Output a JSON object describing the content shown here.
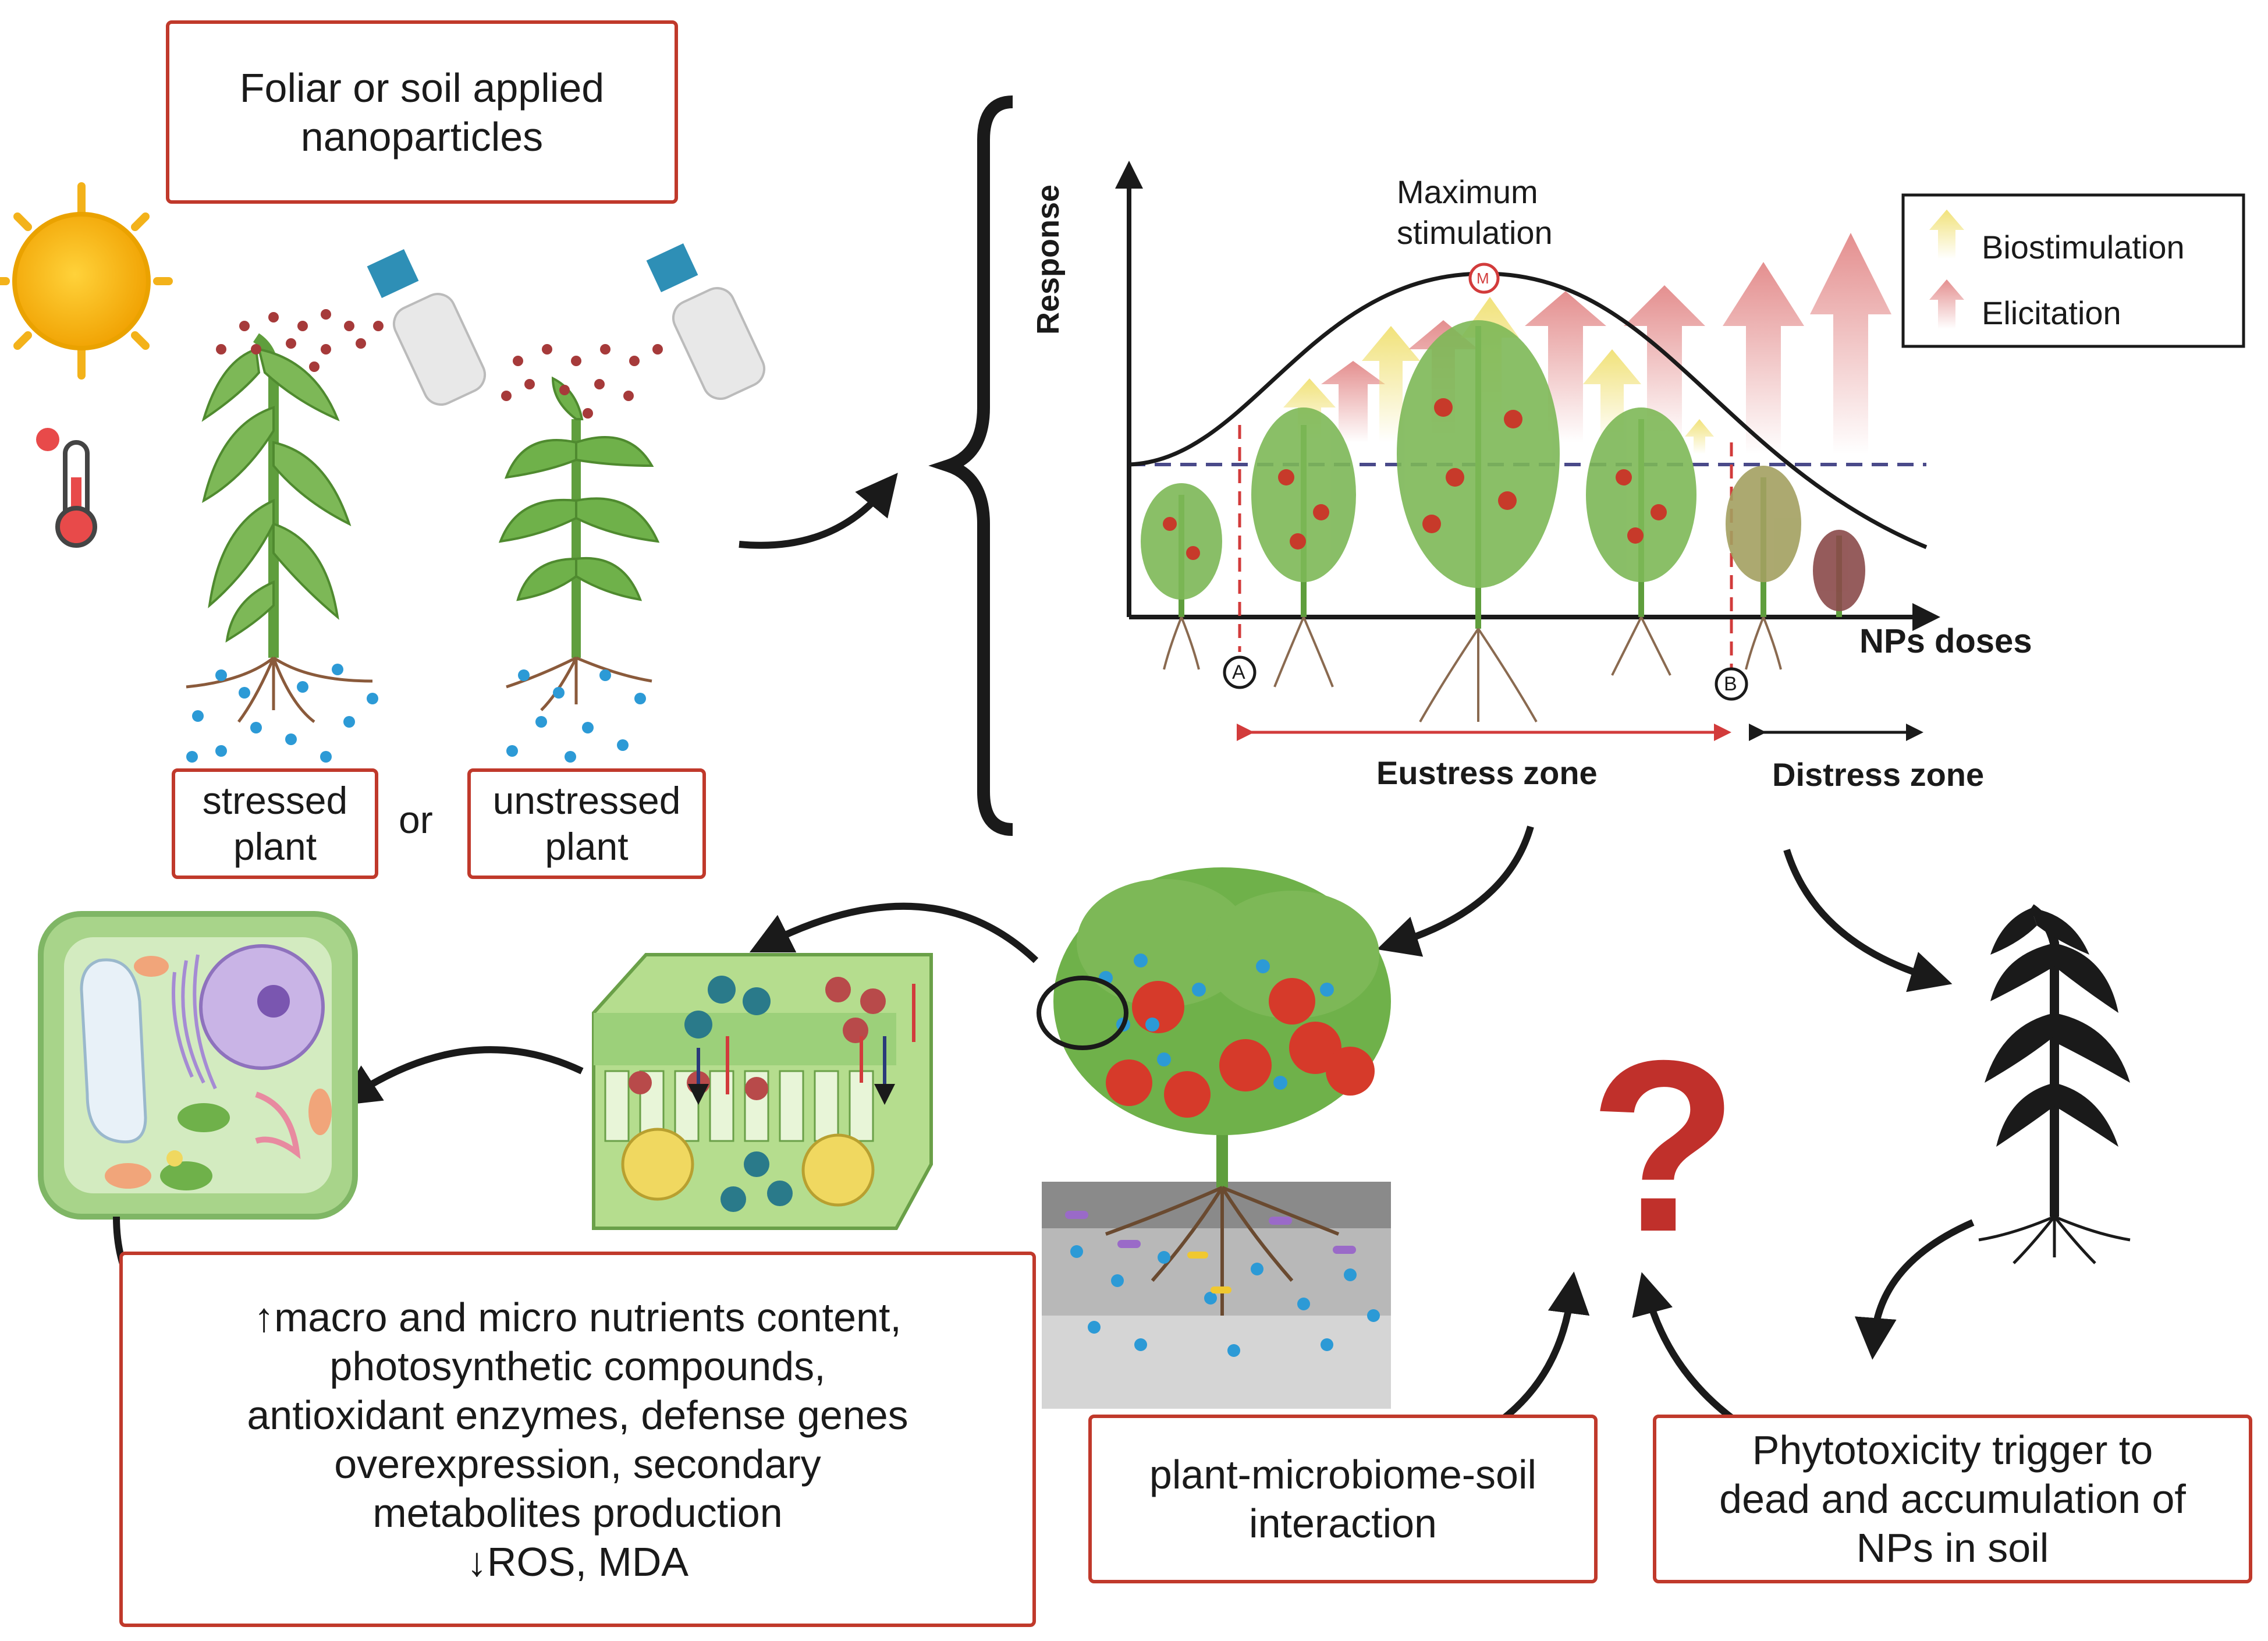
{
  "boxes": {
    "applied": "Foliar or soil applied\nnanoparticles",
    "stressed": "stressed\nplant",
    "or": "or",
    "unstressed": "unstressed\nplant",
    "effects": "↑macro and micro nutrients content,\nphotosynthetic compounds,\nantioxidant enzymes, defense genes\noverexpression, secondary\nmetabolites production\n↓ROS, MDA",
    "interaction": "plant-microbiome-soil\ninteraction",
    "phytotoxicity": "Phytotoxicity trigger to\ndead and accumulation of\nNPs in soil"
  },
  "graph": {
    "ylabel": "Response",
    "xlabel": "NPs doses",
    "peak_label": "Maximum\nstimulation",
    "peak_marker": "M",
    "marker_a": "A",
    "marker_b": "B",
    "eustress": "Eustress zone",
    "distress": "Distress zone",
    "legend": [
      {
        "label": "Biostimulation",
        "color": "#f1e27a"
      },
      {
        "label": "Elicitation",
        "color": "#e48f8f"
      }
    ]
  },
  "symbols": {
    "question": "?"
  },
  "colors": {
    "box_border": "#c0392b",
    "stem": "#5f9e3d",
    "nanoparticle": "#2c9ad6",
    "spray": "#a63a3a"
  }
}
